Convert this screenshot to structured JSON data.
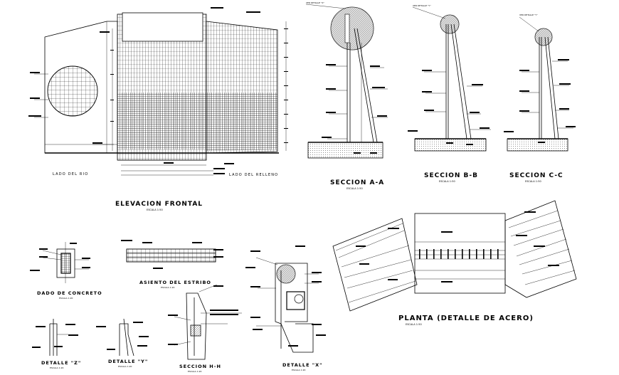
{
  "drawing": {
    "elevation_title": "ELEVACION FRONTAL",
    "elevation_scale": "ESCALA 1:50",
    "left_side_label": "LADO DEL RIO",
    "right_side_label": "LADO DEL RELLENO",
    "section_aa_title": "SECCION A-A",
    "section_aa_scale": "ESCALA 1:50",
    "section_bb_title": "SECCION B-B",
    "section_bb_scale": "ESCALA 1:50",
    "section_cc_title": "SECCION C-C",
    "section_cc_scale": "ESCALA 1:50",
    "dado_title": "DADO DE CONCRETO",
    "dado_scale": "ESCALA 1:20",
    "asiento_title": "ASIENTO DEL ESTRIBO",
    "asiento_scale": "ESCALA 1:20",
    "detail_z_title": "DETALLE \"Z\"",
    "detail_z_scale": "ESCALA 1:20",
    "detail_y_title": "DETALLE \"Y\"",
    "detail_y_scale": "ESCALA 1:20",
    "section_hh_title": "SECCION H-H",
    "section_hh_scale": "ESCALA 1:20",
    "detail_x_title": "DETALLE \"X\"",
    "detail_x_scale": "ESCALA 1:20",
    "plan_title": "PLANTA (DETALLE DE ACERO)",
    "plan_scale": "ESCALA 1:50",
    "see_detail_x": "VER DETALLE \"X\"",
    "see_detail_y": "VER DETALLE \"Y\"",
    "see_detail_y2": "VER DETALLE \"Y\""
  }
}
